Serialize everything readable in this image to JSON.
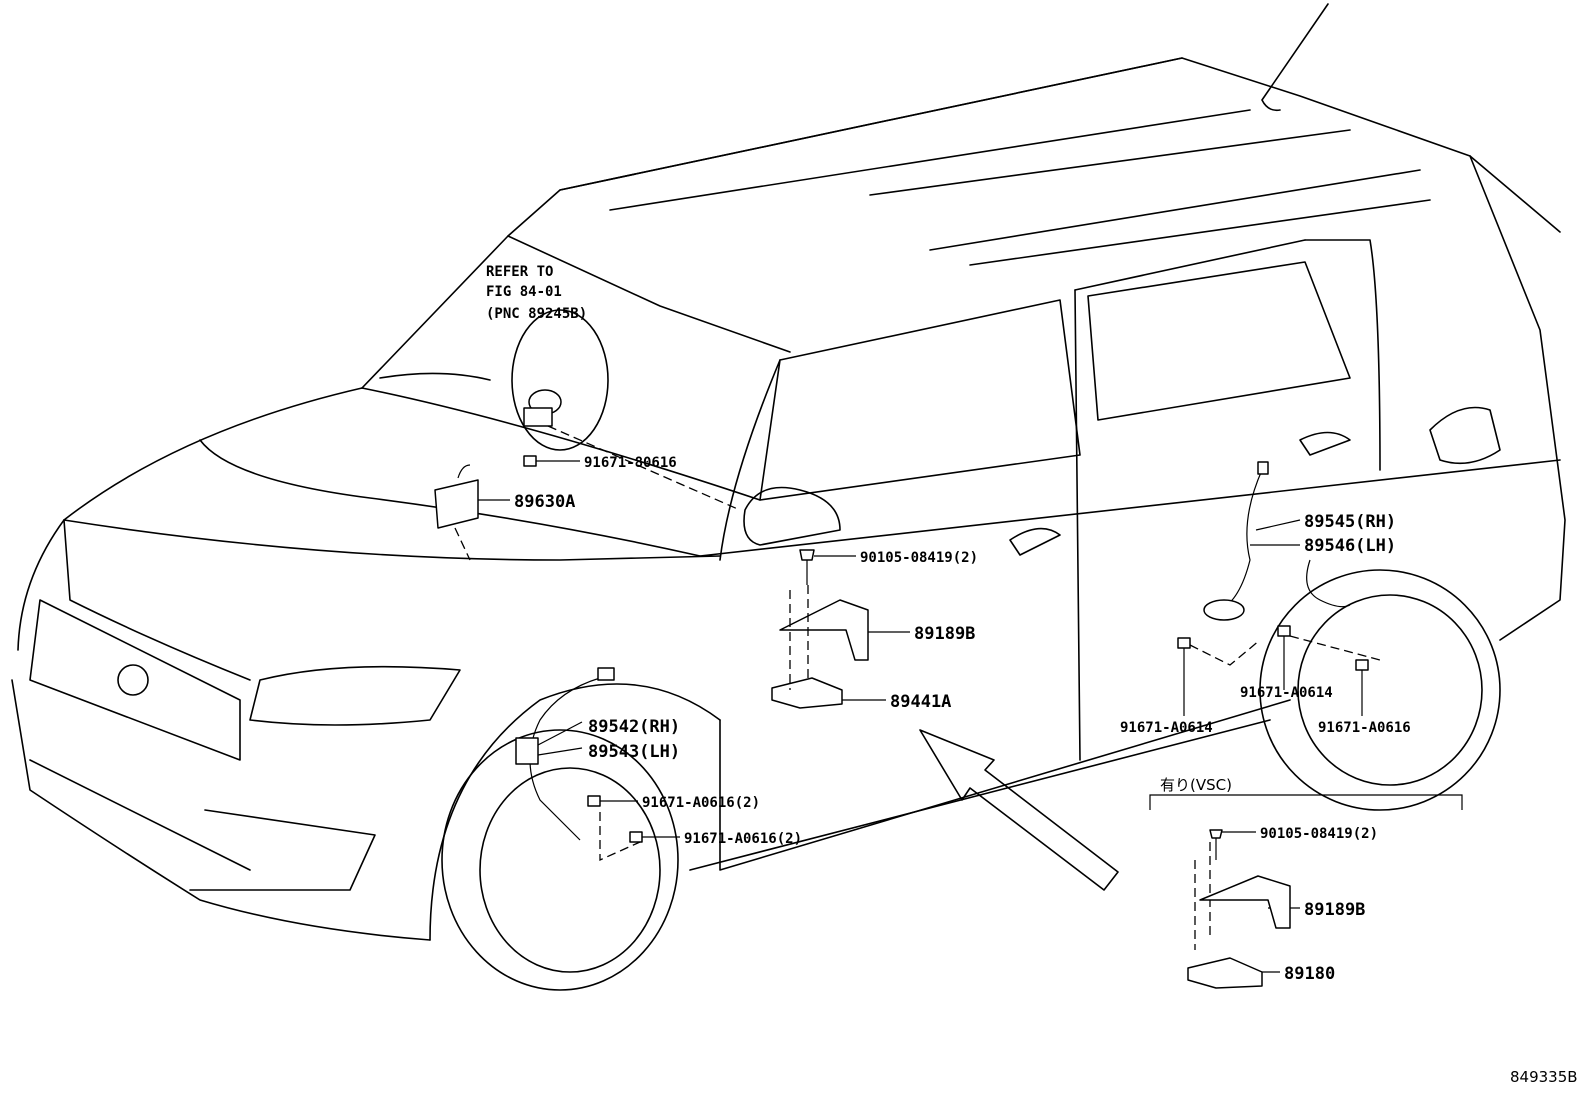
{
  "refer_note": {
    "line1": "REFER TO",
    "line2": "FIG 84-01",
    "line3": "(PNC 89245B)"
  },
  "callouts": {
    "c1": "91671-80616",
    "c2": "89630A",
    "c3": "90105-08419(2)",
    "c4": "89189B",
    "c5": "89441A",
    "c6": "89545(RH)",
    "c7": "89546(LH)",
    "c8": "91671-A0614",
    "c9": "91671-A0614",
    "c10": "91671-A0616",
    "c11": "89542(RH)",
    "c12": "89543(LH)",
    "c13": "91671-A0616(2)",
    "c14": "91671-A0616(2)"
  },
  "vsc_inset": {
    "title": "有り(VSC)",
    "c1": "90105-08419(2)",
    "c2": "89189B",
    "c3": "89180"
  },
  "figure_ref": "849335B"
}
